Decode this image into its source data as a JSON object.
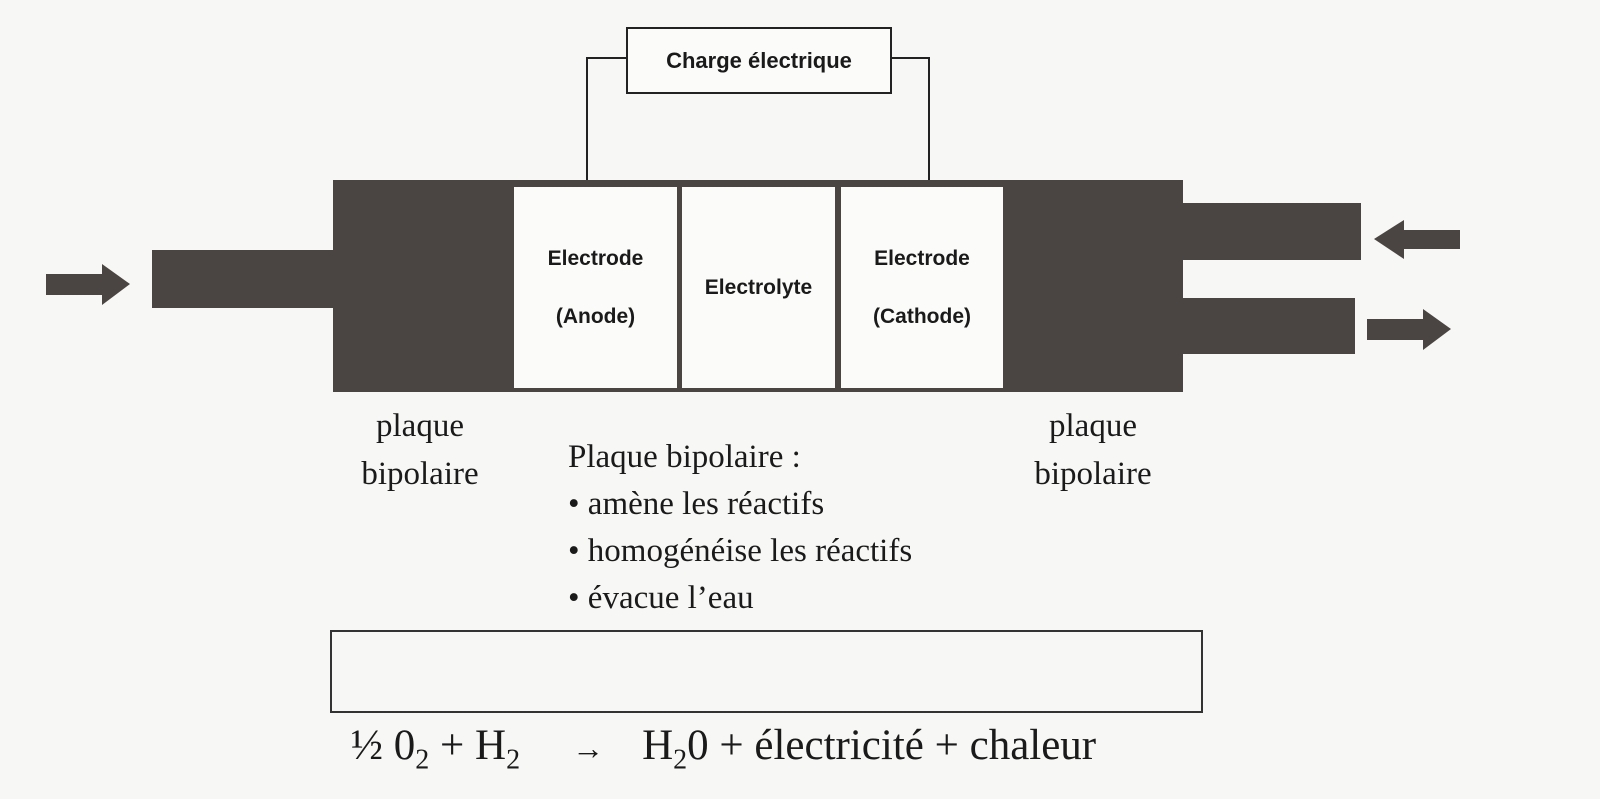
{
  "load": {
    "label": "Charge électrique"
  },
  "cell": {
    "anode": {
      "line1": "Electrode",
      "line2": "(Anode)"
    },
    "electrolyte": {
      "label": "Electrolyte"
    },
    "cathode": {
      "line1": "Electrode",
      "line2": "(Cathode)"
    }
  },
  "left_plate": {
    "line1": "plaque",
    "line2": "bipolaire"
  },
  "right_plate": {
    "line1": "plaque",
    "line2": "bipolaire"
  },
  "notes": {
    "title": "Plaque bipolaire :",
    "items": [
      "• amène les réactifs",
      "• homogénéise les réactifs",
      "• évacue l’eau"
    ]
  },
  "equation": {
    "half": "½ 0",
    "sub1": "2",
    "plus_h": " + H",
    "sub2": "2",
    "arrow": "→",
    "h": "H",
    "sub3": "2",
    "rest": "0 + électricité + chaleur"
  },
  "colors": {
    "plate": "#4a4542",
    "background": "#f7f7f5"
  }
}
